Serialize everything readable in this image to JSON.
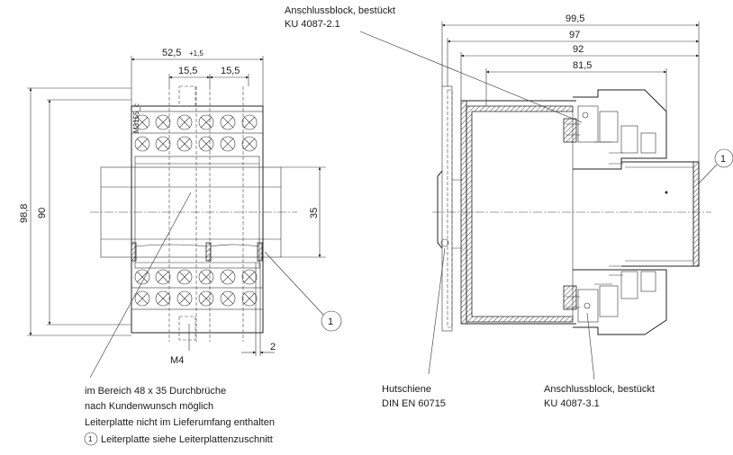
{
  "dimensions": {
    "width_main": "52,5",
    "width_tol": "+1,5",
    "pitch_a": "15,5",
    "pitch_b": "15,5",
    "height_outer": "98,8",
    "height_inner": "90",
    "rail_height": "35",
    "gap": "2",
    "screw": "M4",
    "part_code": "M3155_c",
    "depth_a": "99,5",
    "depth_b": "97",
    "depth_c": "92",
    "depth_d": "81,5"
  },
  "callout_number": "1",
  "labels": {
    "block_top_line1": "Anschlussblock, bestückt",
    "block_top_line2": "KU 4087-2.1",
    "block_bottom_line1": "Anschlussblock, bestückt",
    "block_bottom_line2": "KU 4087-3.1",
    "rail_line1": "Hutschiene",
    "rail_line2": "DIN EN 60715"
  },
  "notes": {
    "line1": "im Bereich 48 x 35 Durchbrüche",
    "line2": "nach Kundenwunsch möglich",
    "line3": "Leiterplatte nicht im Lieferumfang enthalten",
    "line4": "Leiterplatte siehe Leiterplattenzuschnitt"
  }
}
